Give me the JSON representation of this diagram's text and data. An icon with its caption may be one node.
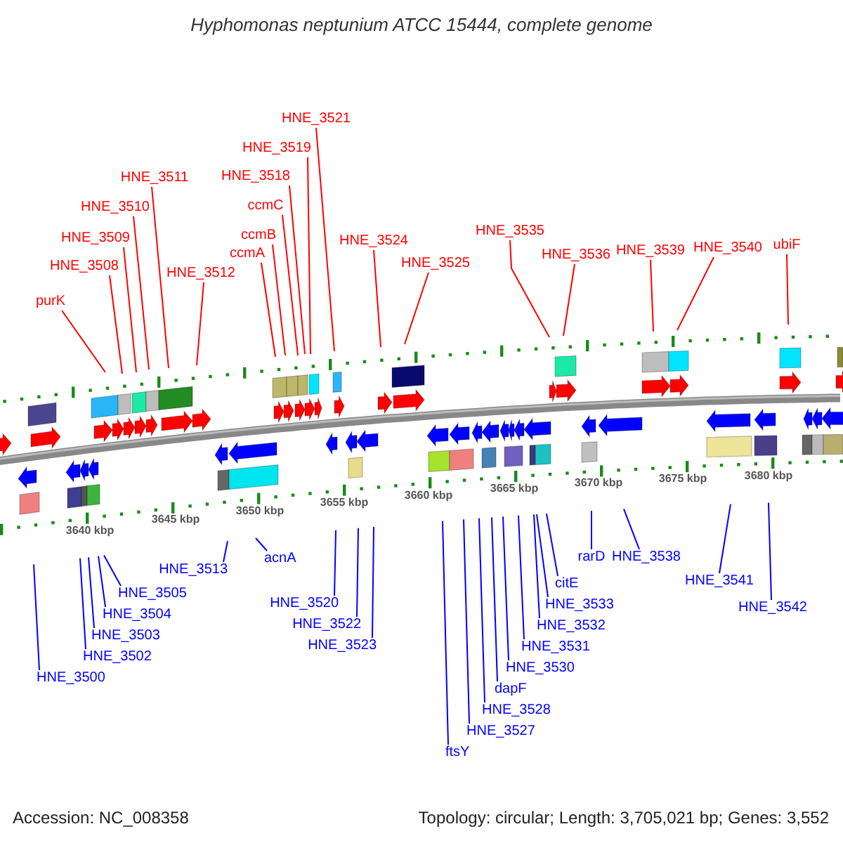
{
  "diagram": {
    "title": "Hyphomonas neptunium ATCC 15444, complete genome",
    "nodes": [
      {
        "text": [
          "purK"
        ]
      },
      {
        "text": [
          "HNE_3508"
        ]
      },
      {
        "text": [
          "HNE_3509"
        ]
      },
      {
        "text": [
          "HNE_3510"
        ]
      },
      {
        "text": [
          "HNE_3511"
        ]
      },
      {
        "text": [
          "HNE_3512"
        ]
      },
      {
        "text": [
          "ccmA"
        ]
      },
      {
        "text": [
          "ccmB"
        ]
      },
      {
        "text": [
          "ccmC"
        ]
      },
      {
        "text": [
          "HNE_3518"
        ]
      },
      {
        "text": [
          "HNE_3519"
        ]
      },
      {
        "text": [
          "HNE_3521"
        ]
      },
      {
        "text": [
          "HNE_3524"
        ]
      },
      {
        "text": [
          "HNE_3525"
        ]
      },
      {
        "text": [
          "HNE_3535"
        ]
      },
      {
        "text": [
          "HNE_3536"
        ]
      },
      {
        "text": [
          "HNE_3539"
        ]
      },
      {
        "text": [
          "HNE_3540"
        ]
      },
      {
        "text": [
          "ubiF"
        ]
      },
      {
        "text": [
          "HNE_3500"
        ]
      },
      {
        "text": [
          "HNE_3502"
        ]
      },
      {
        "text": [
          "HNE_3503"
        ]
      },
      {
        "text": [
          "HNE_3504"
        ]
      },
      {
        "text": [
          "HNE_3505"
        ]
      },
      {
        "text": [
          "HNE_3513"
        ]
      },
      {
        "text": [
          "acnA"
        ]
      },
      {
        "text": [
          "HNE_3520"
        ]
      },
      {
        "text": [
          "HNE_3522"
        ]
      },
      {
        "text": [
          "HNE_3523"
        ]
      },
      {
        "text": [
          "ftsY"
        ]
      },
      {
        "text": [
          "HNE_3527"
        ]
      },
      {
        "text": [
          "HNE_3528"
        ]
      },
      {
        "text": [
          "dapF"
        ]
      },
      {
        "text": [
          "HNE_3530"
        ]
      },
      {
        "text": [
          "HNE_3531"
        ]
      },
      {
        "text": [
          "HNE_3532"
        ]
      },
      {
        "text": [
          "HNE_3533"
        ]
      },
      {
        "text": [
          "citE"
        ]
      },
      {
        "text": [
          "rarD"
        ]
      },
      {
        "text": [
          "HNE_3538"
        ]
      },
      {
        "text": [
          "HNE_3541"
        ]
      },
      {
        "text": [
          "HNE_3542"
        ]
      }
    ],
    "edges": [
      {
        "from": 0,
        "to": null,
        "arrow": "none",
        "color": "#ff0000"
      },
      {
        "from": 1,
        "to": null,
        "arrow": "none",
        "color": "#ff0000"
      },
      {
        "from": 2,
        "to": null,
        "arrow": "none",
        "color": "#ff0000"
      },
      {
        "from": 3,
        "to": null,
        "arrow": "none",
        "color": "#ff0000"
      },
      {
        "from": 4,
        "to": null,
        "arrow": "none",
        "color": "#ff0000"
      },
      {
        "from": 5,
        "to": null,
        "arrow": "none",
        "color": "#ff0000"
      },
      {
        "from": 6,
        "to": null,
        "arrow": "none",
        "color": "#ff0000"
      },
      {
        "from": 7,
        "to": null,
        "arrow": "none",
        "color": "#ff0000"
      },
      {
        "from": 8,
        "to": null,
        "arrow": "none",
        "color": "#ff0000"
      },
      {
        "from": 9,
        "to": null,
        "arrow": "none",
        "color": "#ff0000"
      },
      {
        "from": 10,
        "to": null,
        "arrow": "none",
        "color": "#ff0000"
      },
      {
        "from": 11,
        "to": null,
        "arrow": "none",
        "color": "#ff0000"
      },
      {
        "from": 12,
        "to": null,
        "arrow": "none",
        "color": "#ff0000"
      },
      {
        "from": 13,
        "to": null,
        "arrow": "none",
        "color": "#ff0000"
      },
      {
        "from": 14,
        "to": null,
        "arrow": "none",
        "color": "#ff0000"
      },
      {
        "from": 15,
        "to": null,
        "arrow": "none",
        "color": "#ff0000"
      },
      {
        "from": 16,
        "to": null,
        "arrow": "none",
        "color": "#ff0000"
      },
      {
        "from": 17,
        "to": null,
        "arrow": "none",
        "color": "#ff0000"
      },
      {
        "from": 18,
        "to": null,
        "arrow": "none",
        "color": "#ff0000"
      },
      {
        "from": 19,
        "to": null,
        "arrow": "none"
      },
      {
        "from": 20,
        "to": null,
        "arrow": "none"
      },
      {
        "from": 21,
        "to": null,
        "arrow": "none"
      },
      {
        "from": 22,
        "to": null,
        "arrow": "none"
      },
      {
        "from": 23,
        "to": null,
        "arrow": "none"
      },
      {
        "from": 24,
        "to": null,
        "arrow": "none"
      },
      {
        "from": 25,
        "to": null,
        "arrow": "none"
      },
      {
        "from": 26,
        "to": null,
        "arrow": "none"
      },
      {
        "from": 27,
        "to": null,
        "arrow": "none"
      },
      {
        "from": 28,
        "to": null,
        "arrow": "none"
      },
      {
        "from": 29,
        "to": null,
        "arrow": "none"
      },
      {
        "from": 30,
        "to": null,
        "arrow": "none"
      },
      {
        "from": 31,
        "to": null,
        "arrow": "none"
      },
      {
        "from": 32,
        "to": null,
        "arrow": "none"
      },
      {
        "from": 33,
        "to": null,
        "arrow": "none"
      },
      {
        "from": 34,
        "to": null,
        "arrow": "none"
      },
      {
        "from": 35,
        "to": null,
        "arrow": "none"
      },
      {
        "from": 36,
        "to": null,
        "arrow": "none"
      },
      {
        "from": 37,
        "to": null,
        "arrow": "none"
      },
      {
        "from": 38,
        "to": null,
        "arrow": "none"
      },
      {
        "from": 39,
        "to": null,
        "arrow": "none"
      },
      {
        "from": 40,
        "to": null,
        "arrow": "none"
      },
      {
        "from": 41,
        "to": null,
        "arrow": "none"
      }
    ],
    "labels": [
      "3640 kbp",
      "3645 kbp",
      "3650 kbp",
      "3655 kbp",
      "3660 kbp",
      "3665 kbp",
      "3670 kbp",
      "3675 kbp",
      "3680 kbp",
      "Accession: NC_008358",
      "Topology: circular; Length: 3,705,021 bp; Genes: 3,552"
    ]
  }
}
